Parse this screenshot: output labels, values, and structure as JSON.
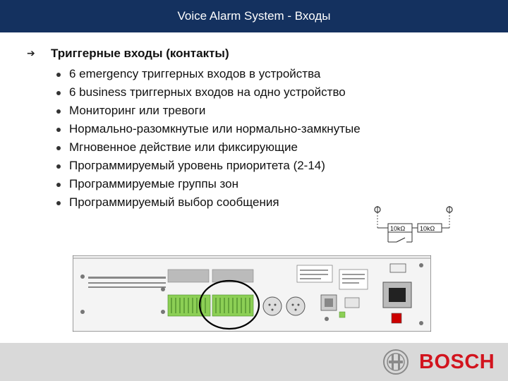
{
  "header": {
    "title": "Voice Alarm System - Входы"
  },
  "content": {
    "heading": "Триггерные входы (контакты)",
    "bullets": [
      "6 emergency триггерных входов в устройства",
      "6 business триггерных входов на одно устройство",
      "Мониторинг или тревоги",
      "Нормально-разомкнутые или нормально-замкнутые",
      "Мгновенное действие или фиксирующие",
      "Программируемый уровень приоритета (2-14)",
      "Программируемые группы зон",
      "Программируемый выбор сообщения"
    ]
  },
  "schematic": {
    "resistor1_label": "10kΩ",
    "resistor2_label": "10kΩ"
  },
  "colors": {
    "header_bg": "#14315f",
    "brand_red": "#d2141e",
    "highlight_circle": "#000000"
  },
  "footer": {
    "logo_text": "BOSCH"
  }
}
